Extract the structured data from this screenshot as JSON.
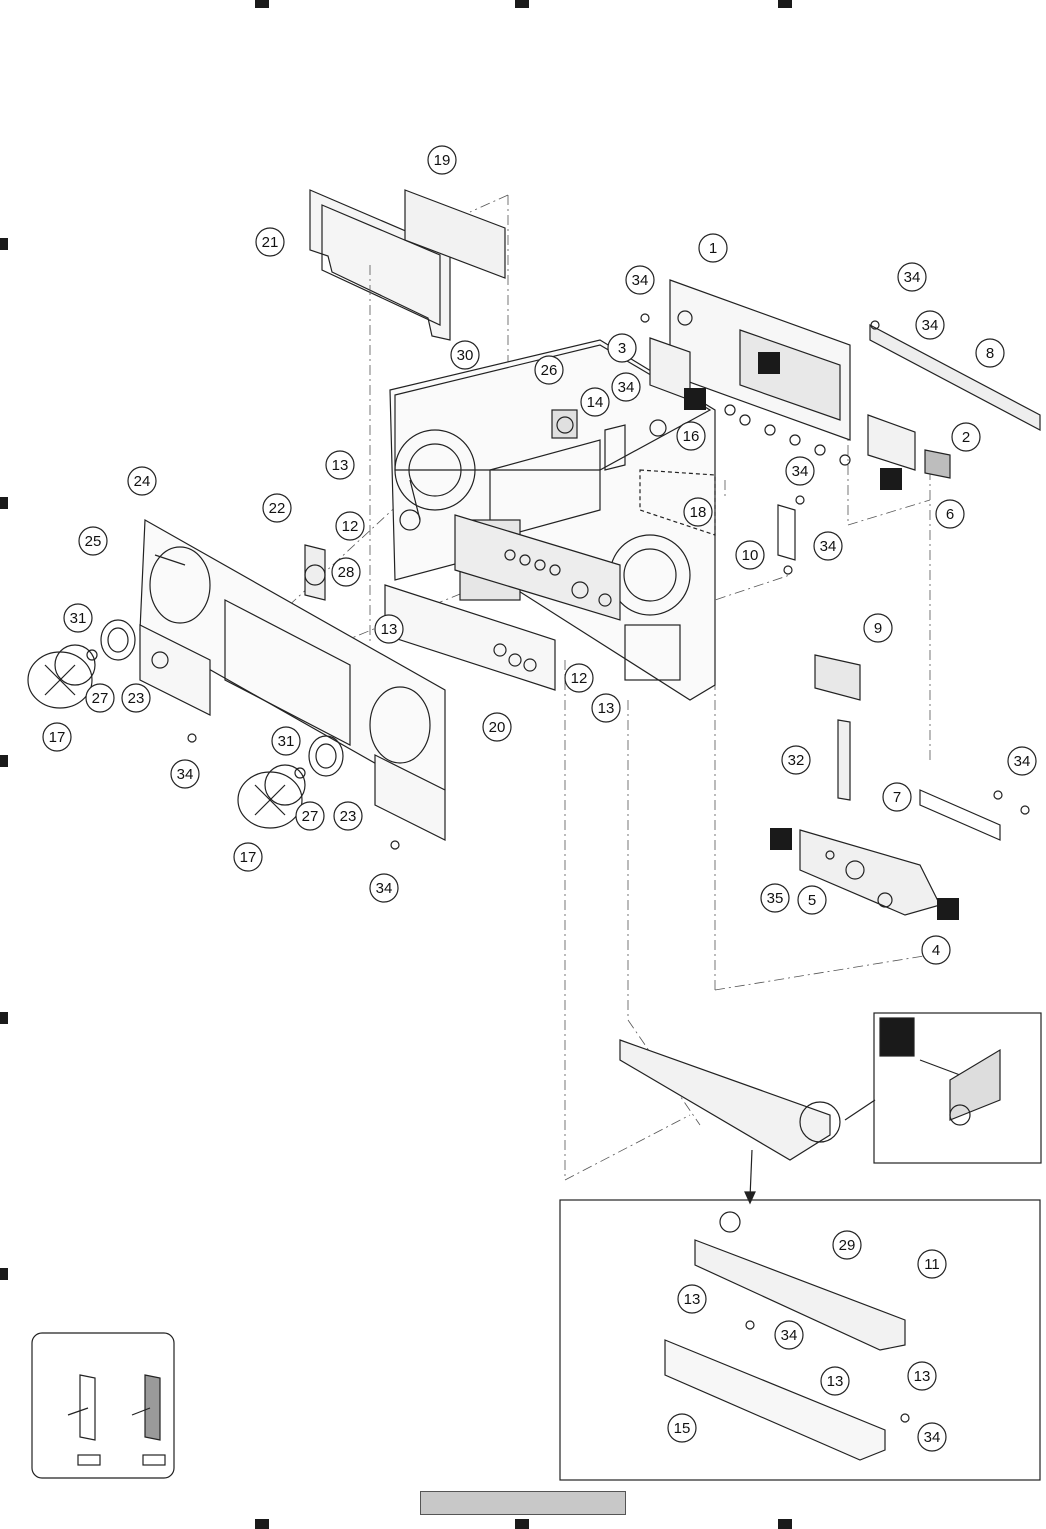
{
  "diagram": {
    "callouts": [
      {
        "id": "c19a",
        "label": "19"
      },
      {
        "id": "c21",
        "label": "21"
      },
      {
        "id": "c1",
        "label": "1"
      },
      {
        "id": "c34a",
        "label": "34"
      },
      {
        "id": "c34b",
        "label": "34"
      },
      {
        "id": "c34c",
        "label": "34"
      },
      {
        "id": "c3",
        "label": "3"
      },
      {
        "id": "c30",
        "label": "30"
      },
      {
        "id": "c8",
        "label": "8"
      },
      {
        "id": "c26",
        "label": "26"
      },
      {
        "id": "c14",
        "label": "14"
      },
      {
        "id": "c34d",
        "label": "34"
      },
      {
        "id": "c16",
        "label": "16"
      },
      {
        "id": "c2",
        "label": "2"
      },
      {
        "id": "c13a",
        "label": "13"
      },
      {
        "id": "c24",
        "label": "24"
      },
      {
        "id": "c34e",
        "label": "34"
      },
      {
        "id": "c18",
        "label": "18"
      },
      {
        "id": "c6",
        "label": "6"
      },
      {
        "id": "c22",
        "label": "22"
      },
      {
        "id": "c12a",
        "label": "12"
      },
      {
        "id": "c25",
        "label": "25"
      },
      {
        "id": "c28",
        "label": "28"
      },
      {
        "id": "c10",
        "label": "10"
      },
      {
        "id": "c34f",
        "label": "34"
      },
      {
        "id": "c31a",
        "label": "31"
      },
      {
        "id": "c13b",
        "label": "13"
      },
      {
        "id": "c9",
        "label": "9"
      },
      {
        "id": "c12b",
        "label": "12"
      },
      {
        "id": "c27a",
        "label": "27"
      },
      {
        "id": "c23a",
        "label": "23"
      },
      {
        "id": "c13c",
        "label": "13"
      },
      {
        "id": "c17a",
        "label": "17"
      },
      {
        "id": "c20",
        "label": "20"
      },
      {
        "id": "c34g",
        "label": "34"
      },
      {
        "id": "c31b",
        "label": "31"
      },
      {
        "id": "c32",
        "label": "32"
      },
      {
        "id": "c34h",
        "label": "34"
      },
      {
        "id": "c7",
        "label": "7"
      },
      {
        "id": "c27b",
        "label": "27"
      },
      {
        "id": "c23b",
        "label": "23"
      },
      {
        "id": "c17b",
        "label": "17"
      },
      {
        "id": "c34i",
        "label": "34"
      },
      {
        "id": "c35",
        "label": "35"
      },
      {
        "id": "c5",
        "label": "5"
      },
      {
        "id": "c4",
        "label": "4"
      },
      {
        "id": "c29",
        "label": "29"
      },
      {
        "id": "c11",
        "label": "11"
      },
      {
        "id": "c13d",
        "label": "13"
      },
      {
        "id": "c34j",
        "label": "34"
      },
      {
        "id": "c13e",
        "label": "13"
      },
      {
        "id": "c13f",
        "label": "13"
      },
      {
        "id": "c15",
        "label": "15"
      },
      {
        "id": "c34k",
        "label": "34"
      }
    ],
    "colors": {
      "line": "#222222",
      "fill_light": "#f2f2f2",
      "fill_mid": "#d9d9d9",
      "fill_dark": "#1a1a1a",
      "hatch": "#9a9a9a",
      "footer_bar": "#c8c8c8"
    },
    "icons": [
      "caution-marker-icon",
      "crosshair-knob-icon",
      "screw-icon"
    ]
  }
}
